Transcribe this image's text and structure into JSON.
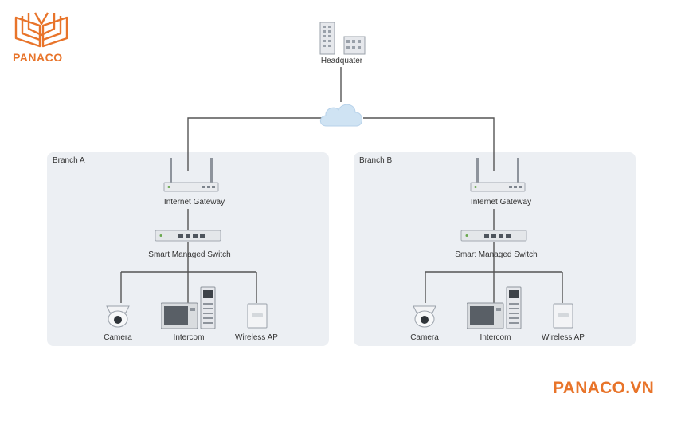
{
  "logo": {
    "text": "PANACO"
  },
  "brand_url": "PANACO.VN",
  "headquarter": {
    "label": "Headquater"
  },
  "branches": [
    {
      "name": "Branch A",
      "gateway": "Internet Gateway",
      "switch": "Smart Managed Switch",
      "devices": [
        "Camera",
        "Intercom",
        "Wireless AP"
      ]
    },
    {
      "name": "Branch B",
      "gateway": "Internet Gateway",
      "switch": "Smart Managed Switch",
      "devices": [
        "Camera",
        "Intercom",
        "Wireless AP"
      ]
    }
  ],
  "colors": {
    "brand": "#e8742a",
    "cloud": "#cfe3f3",
    "line": "#555555",
    "panel": "#eceff3"
  }
}
